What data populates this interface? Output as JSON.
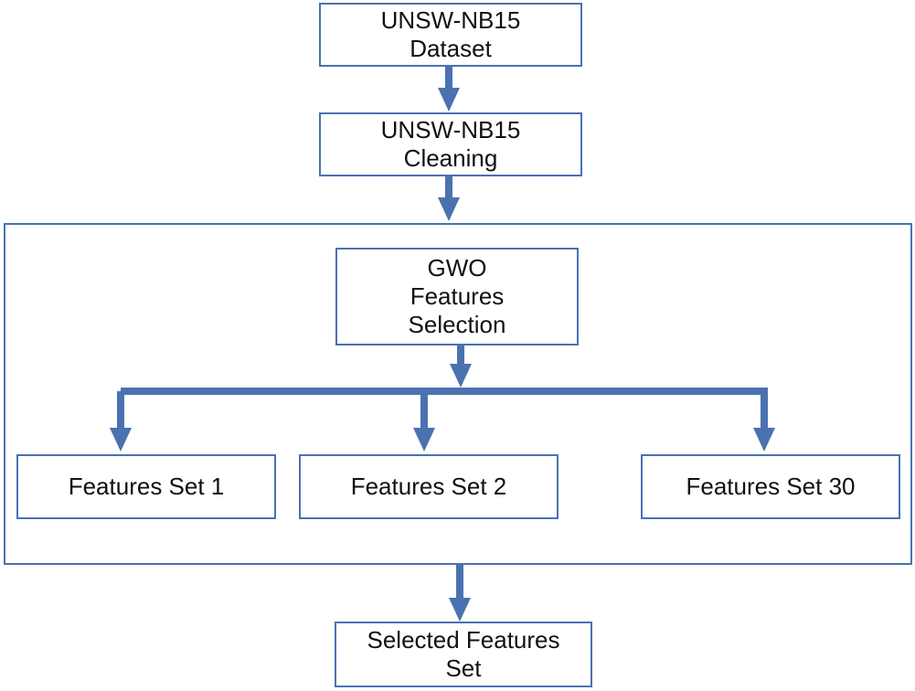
{
  "diagram": {
    "nodes": {
      "dataset": "UNSW-NB15\nDataset",
      "cleaning": "UNSW-NB15\nCleaning",
      "gwo": "GWO\nFeatures\nSelection",
      "set1": "Features Set 1",
      "set2": "Features Set 2",
      "set30": "Features Set 30",
      "selected": "Selected Features\nSet"
    },
    "colors": {
      "arrow": "#4a72b0",
      "border": "#4a72b0",
      "text": "#111111"
    }
  }
}
